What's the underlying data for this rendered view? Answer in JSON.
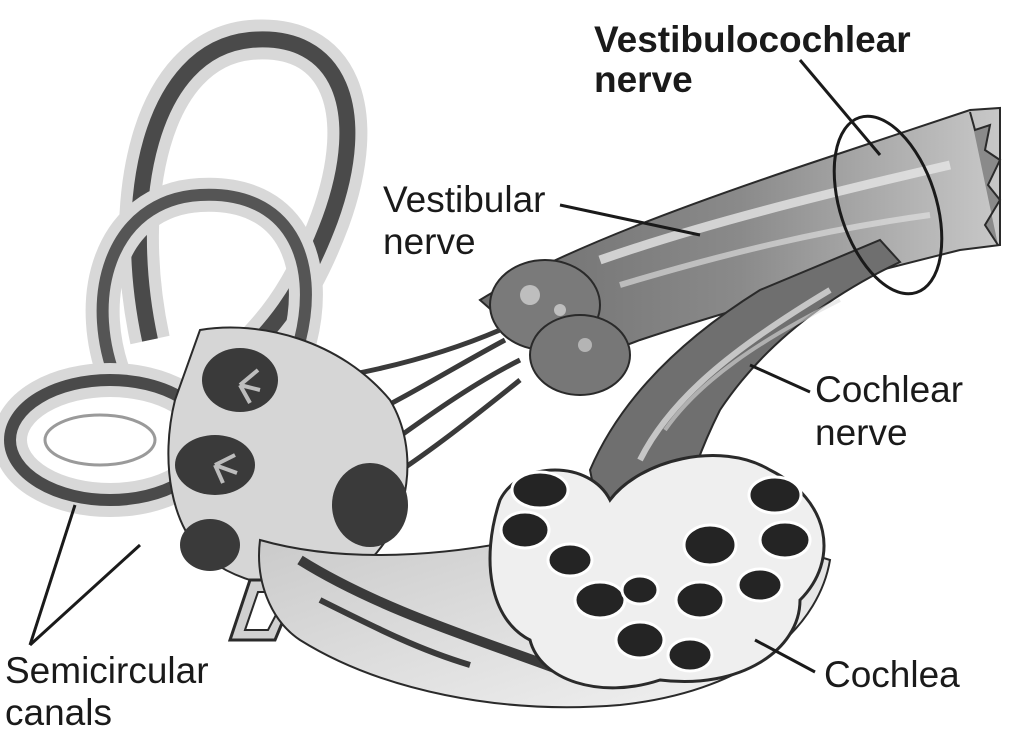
{
  "labels": {
    "vestibulocochlear_line1": "Vestibulocochlear",
    "vestibulocochlear_line2": "nerve",
    "vestibular_line1": "Vestibular",
    "vestibular_line2": "nerve",
    "cochlear_nerve_line1": "Cochlear",
    "cochlear_nerve_line2": "nerve",
    "cochlea": "Cochlea",
    "semicircular_line1": "Semicircular",
    "semicircular_line2": "canals"
  },
  "colors": {
    "background": "#ffffff",
    "ink": "#1a1a1a",
    "canal_light": "#dcdcdc",
    "canal_dark": "#4a4a4a",
    "nerve": "#7a7a7a",
    "nerve_highlight": "#e6e6e6",
    "cochlea_body": "#e8e8e8",
    "cochlea_chamber": "#262626"
  }
}
